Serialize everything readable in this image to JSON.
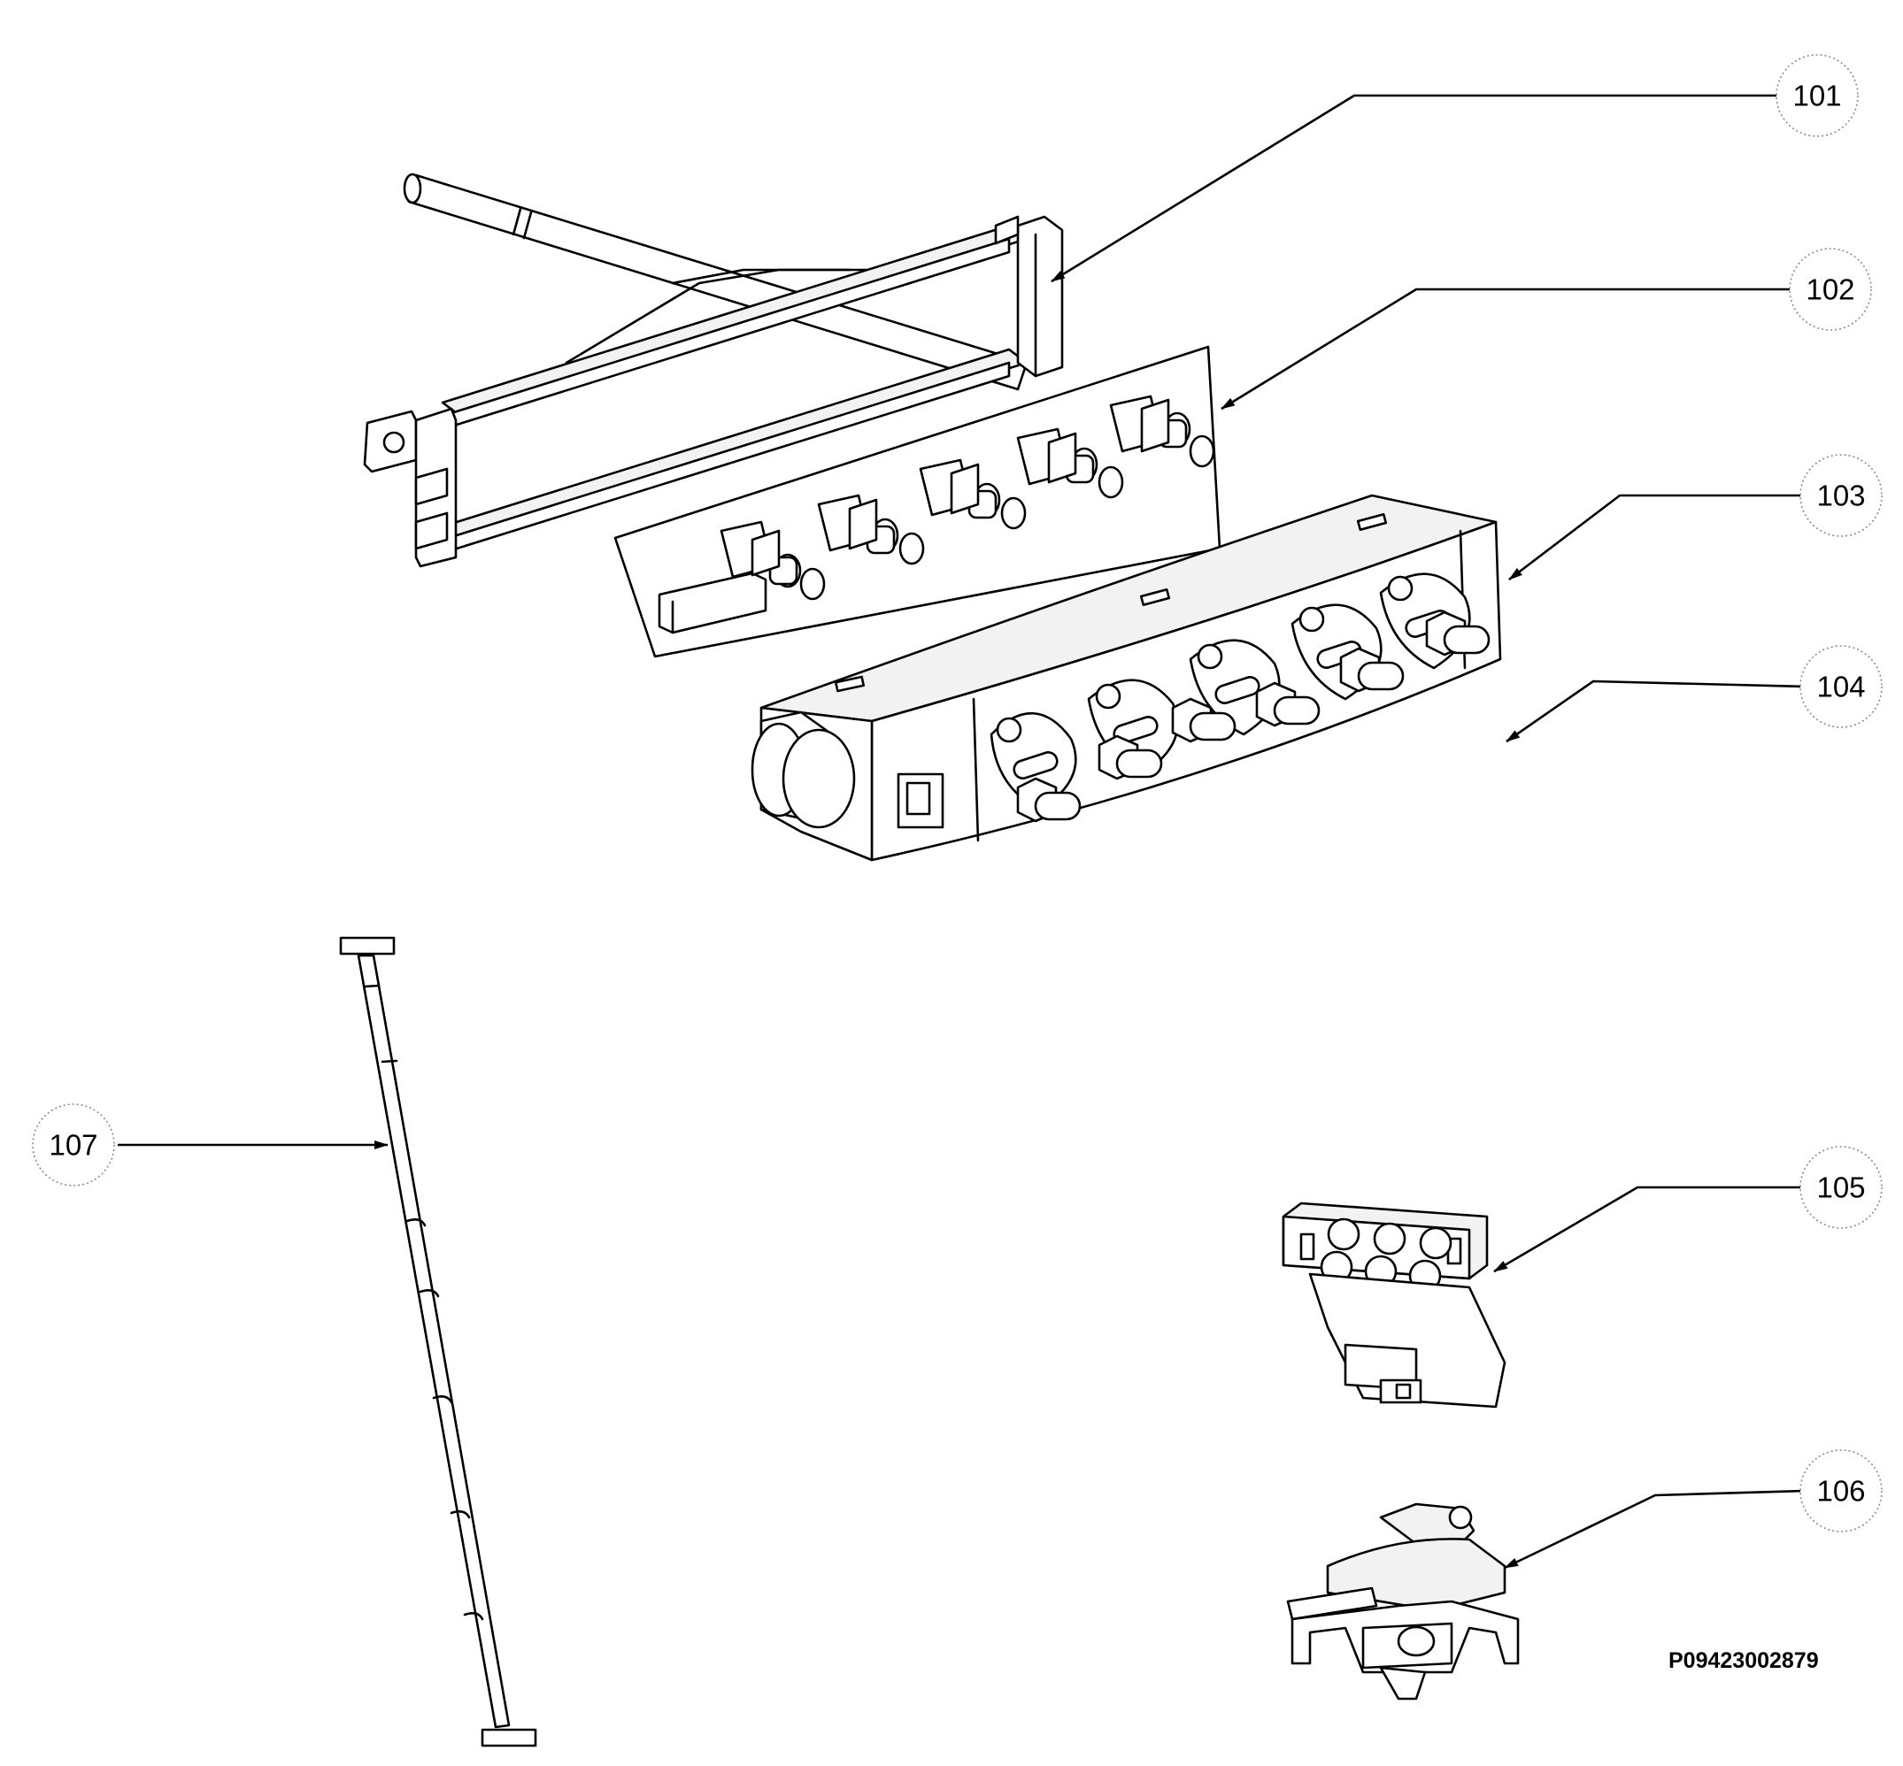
{
  "callouts": [
    {
      "id": "101",
      "label": "101"
    },
    {
      "id": "102",
      "label": "102"
    },
    {
      "id": "103",
      "label": "103"
    },
    {
      "id": "104",
      "label": "104"
    },
    {
      "id": "105",
      "label": "105"
    },
    {
      "id": "106",
      "label": "106"
    },
    {
      "id": "107",
      "label": "107"
    }
  ],
  "document_code": "P09423002879"
}
